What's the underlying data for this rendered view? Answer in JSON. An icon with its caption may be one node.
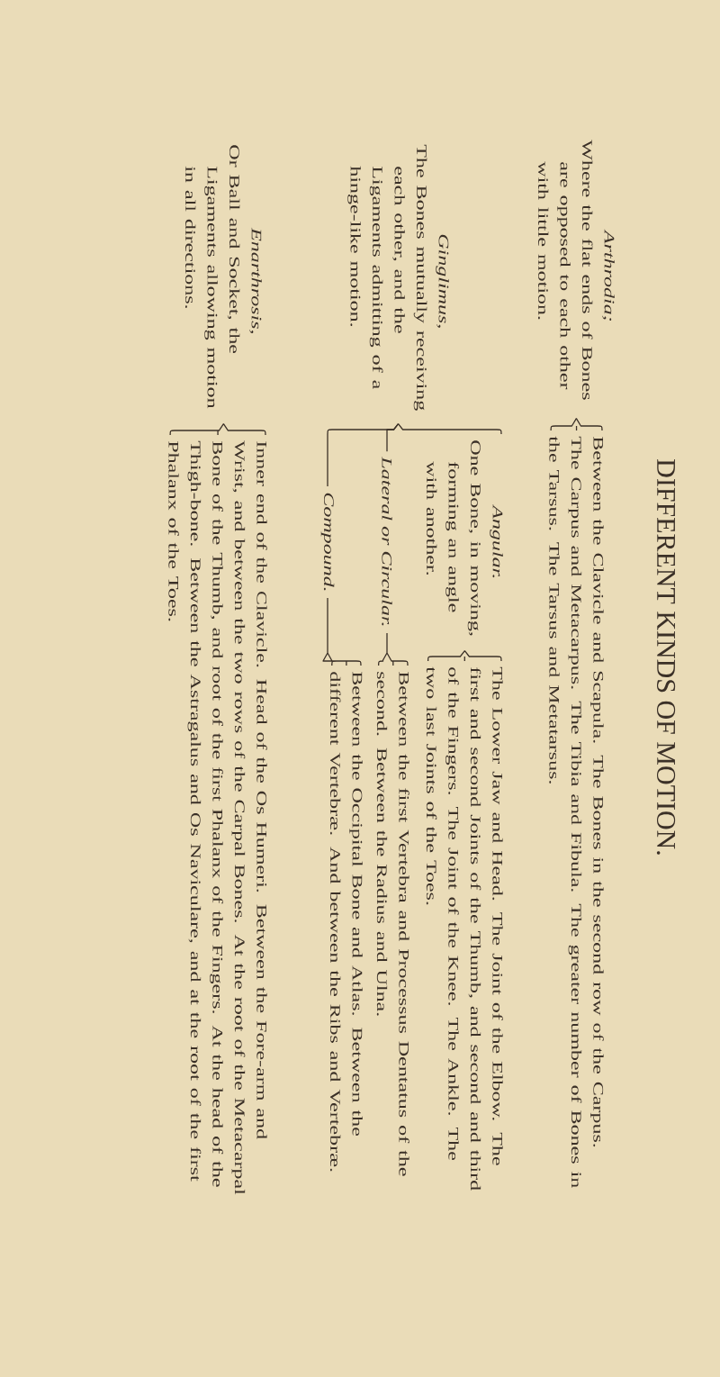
{
  "diagram": {
    "title": "DIFFERENT KINDS OF MOTION.",
    "nodes": [
      {
        "text": [
          "Arthrodia;",
          "Where the flat ends of Bones are opposed to each other with little motion."
        ]
      },
      {
        "text": [
          "Between the Clavicle and Scapula. The Bones in the second row of the Carpus. The Carpus and Metacarpus. The Tibia and Fibula. The greater number of Bones in the Tarsus. The Tarsus and Metatarsus."
        ]
      },
      {
        "text": [
          "Ginglimus,",
          "The Bones mutually receiving each other, and the Ligaments admitting of a hinge-like motion."
        ]
      },
      {
        "text": [
          "Angular.",
          "One Bone, in moving, forming an angle with another."
        ]
      },
      {
        "text": [
          "The Lower Jaw and Head. The Joint of the Elbow. The first and second Joints of the Thumb, and second and third of the Fingers. The Joint of the Knee. The Ankle. The two last Joints of the Toes."
        ]
      },
      {
        "text": [
          "Lateral or Circular."
        ]
      },
      {
        "text": [
          "Between the first Vertebra and Processus Dentatus of the second. Between the Radius and Ulna."
        ]
      },
      {
        "text": [
          "Compound."
        ]
      },
      {
        "text": [
          "Between the Occipital Bone and Atlas. Between the different Vertebræ. And between the Ribs and Vertebræ."
        ]
      },
      {
        "text": [
          "Enarthrosis,",
          "Or Ball and Socket, the Ligaments allowing motion in all directions."
        ]
      },
      {
        "text": [
          "Inner end of the Clavicle. Head of the Os Humeri. Between the Fore-arm and Wrist, and between the two rows of the Carpal Bones. At the root of the Metacarpal Bone of the Thumb, and root of the first Phalanx of the Fingers. At the head of the Thigh-bone. Between the Astragalus and Os Naviculare, and at the root of the first Phalanx of the Toes."
        ]
      }
    ],
    "edges": [
      {
        "from": 0,
        "to": 1,
        "arrow": "none"
      },
      {
        "from": 2,
        "to": 3,
        "arrow": "none"
      },
      {
        "from": 2,
        "to": 5,
        "arrow": "none"
      },
      {
        "from": 2,
        "to": 7,
        "arrow": "none"
      },
      {
        "from": 3,
        "to": 4,
        "arrow": "none"
      },
      {
        "from": 5,
        "to": 6,
        "arrow": "none"
      },
      {
        "from": 7,
        "to": 8,
        "arrow": "none"
      },
      {
        "from": 9,
        "to": 10,
        "arrow": "none"
      }
    ]
  }
}
